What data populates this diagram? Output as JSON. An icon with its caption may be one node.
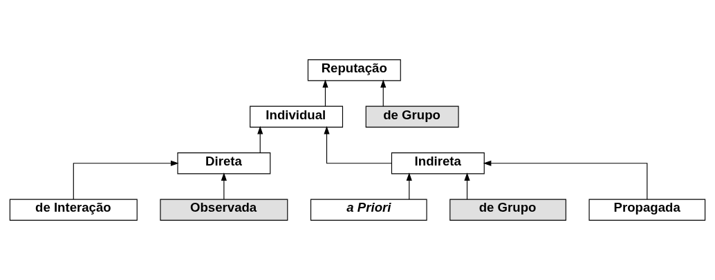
{
  "diagram": {
    "nodes": [
      {
        "text": [
          "Reputação"
        ]
      },
      {
        "text": [
          "Individual"
        ]
      },
      {
        "text": [
          "de Grupo"
        ]
      },
      {
        "text": [
          "Direta"
        ]
      },
      {
        "text": [
          "Indireta"
        ]
      },
      {
        "text": [
          "de Interação"
        ]
      },
      {
        "text": [
          "Observada"
        ]
      },
      {
        "text": [
          "a Priori"
        ]
      },
      {
        "text": [
          "de Grupo"
        ]
      },
      {
        "text": [
          "Propagada"
        ]
      }
    ],
    "edges": [
      {
        "from": 1,
        "to": 0,
        "arrow": "to"
      },
      {
        "from": 2,
        "to": 0,
        "arrow": "to"
      },
      {
        "from": 3,
        "to": 1,
        "arrow": "to"
      },
      {
        "from": 4,
        "to": 1,
        "arrow": "to"
      },
      {
        "from": 5,
        "to": 3,
        "arrow": "to"
      },
      {
        "from": 6,
        "to": 3,
        "arrow": "to"
      },
      {
        "from": 7,
        "to": 4,
        "arrow": "to"
      },
      {
        "from": 8,
        "to": 4,
        "arrow": "to"
      },
      {
        "from": 9,
        "to": 4,
        "arrow": "to"
      }
    ]
  }
}
